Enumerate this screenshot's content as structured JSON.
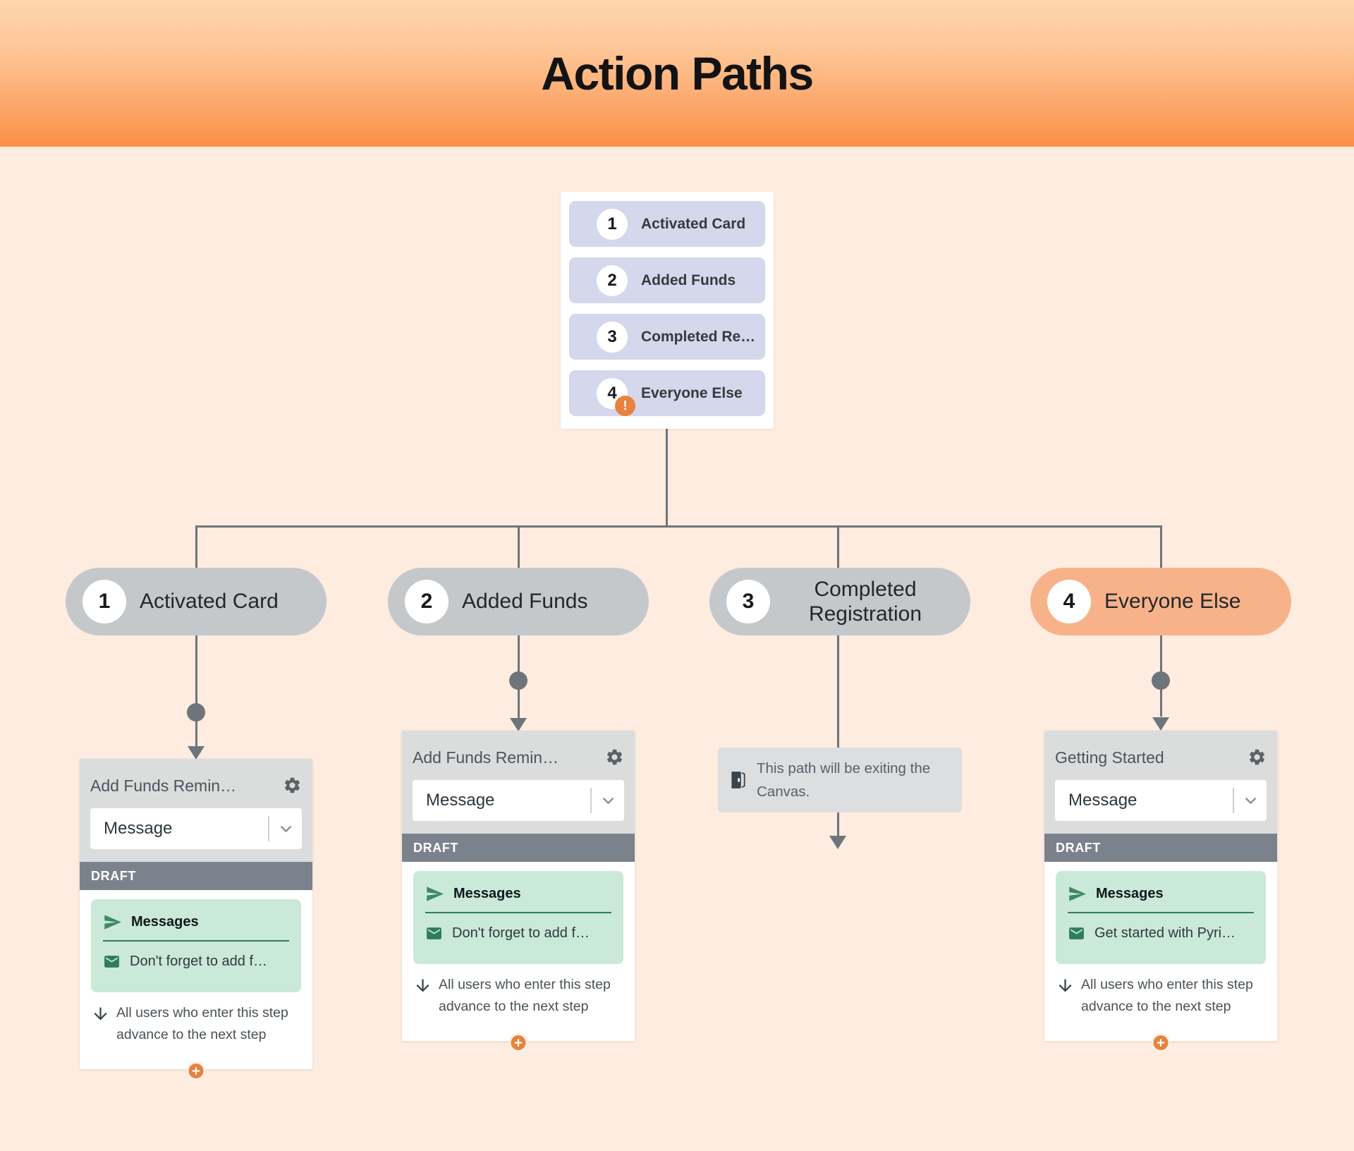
{
  "header": {
    "title": "Action Paths"
  },
  "segment_list": {
    "items": [
      {
        "number": "1",
        "label": "Activated Card"
      },
      {
        "number": "2",
        "label": "Added Funds"
      },
      {
        "number": "3",
        "label": "Completed Re…"
      },
      {
        "number": "4",
        "label": "Everyone Else",
        "warning": "!"
      }
    ]
  },
  "paths": [
    {
      "number": "1",
      "label": "Activated Card",
      "highlighted": false
    },
    {
      "number": "2",
      "label": "Added Funds",
      "highlighted": false
    },
    {
      "number": "3",
      "label": "Completed Registration",
      "highlighted": false
    },
    {
      "number": "4",
      "label": "Everyone Else",
      "highlighted": true
    }
  ],
  "step_cards": [
    {
      "title": "Add Funds Remin…",
      "dropdown_value": "Message",
      "status": "DRAFT",
      "group_label": "Messages",
      "message_preview": "Don't forget to add f…",
      "advance_note": "All users who enter this step advance to the next step"
    },
    {
      "title": "Add Funds Remin…",
      "dropdown_value": "Message",
      "status": "DRAFT",
      "group_label": "Messages",
      "message_preview": "Don't forget to add f…",
      "advance_note": "All users who enter this step advance to the next step"
    },
    {
      "title": "Getting Started",
      "dropdown_value": "Message",
      "status": "DRAFT",
      "group_label": "Messages",
      "message_preview": "Get started with Pyri…",
      "advance_note": "All users who enter this step advance to the next step"
    }
  ],
  "exit_note": {
    "text": "This path will be exiting the Canvas."
  },
  "colors": {
    "page_bg": "#fdecdf",
    "header_gradient_top": "#ffd6af",
    "header_gradient_bottom": "#fb8f47",
    "segment_lavender": "#d5d8ec",
    "pill_gray": "#c5c8ca",
    "pill_highlight_orange": "#f8b28a",
    "connector_gray": "#6d757a",
    "card_header_gray": "#dbdddd",
    "draft_bar_gray": "#7a838b",
    "message_green_bg": "#cae9d8",
    "message_green_dark": "#2f7d5a",
    "accent_orange": "#e8823d"
  }
}
